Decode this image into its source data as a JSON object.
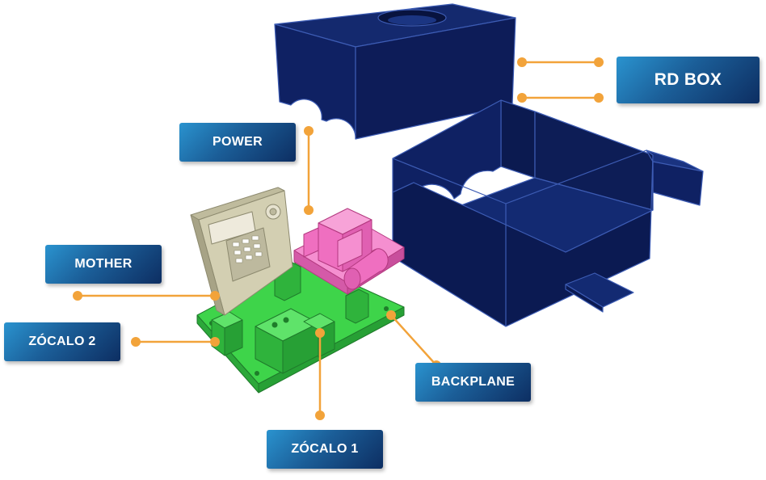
{
  "labels": {
    "rd_box": "RD BOX",
    "power": "POWER",
    "mother": "MOTHER",
    "zocalo_2": "ZÓCALO 2",
    "backplane": "BACKPLANE",
    "zocalo_1": "ZÓCALO 1"
  },
  "colors": {
    "enclosure": "#0e1f5e",
    "enclosure_edge": "#3d5cb4",
    "backplane_board": "#3ed44a",
    "mother_board": "#d3cfb2",
    "power_module": "#ef6fc0",
    "connector_line": "#f2a33a",
    "label_gradient_start": "#2a93cf",
    "label_gradient_end": "#0d2e62"
  }
}
